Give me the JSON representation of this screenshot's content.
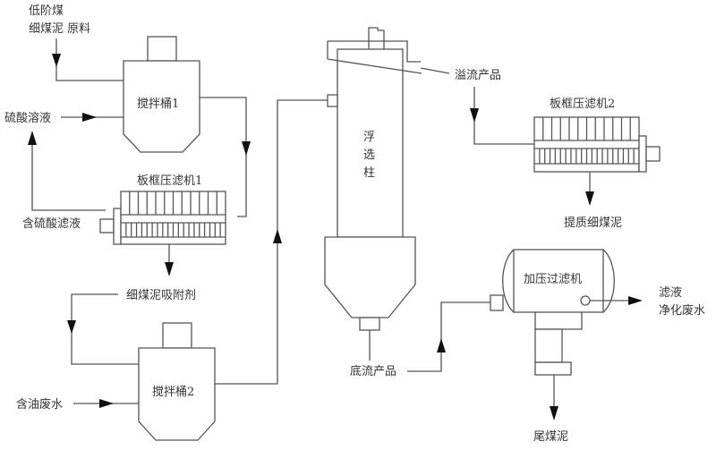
{
  "diagram": {
    "title": "低阶煤细煤泥处理含油废水工艺流程图",
    "inputs": {
      "raw_material_line1": "低阶煤",
      "raw_material_line2": "细煤泥 原料",
      "sulfuric_acid": "硫酸溶液",
      "oily_wastewater": "含油废水"
    },
    "equipment": {
      "mixer1": "搅拌桶1",
      "filter_press1": "板框压滤机1",
      "mixer2": "搅拌桶2",
      "flotation_column_1": "浮",
      "flotation_column_2": "选",
      "flotation_column_3": "柱",
      "filter_press2": "板框压滤机2",
      "pressure_filter": "加压过滤机"
    },
    "streams": {
      "acid_filtrate": "含硫酸滤液",
      "adsorbent": "细煤泥吸附剂",
      "overflow": "溢流产品",
      "underflow": "底流产品",
      "upgraded_slime": "提质细煤泥",
      "filtrate": "滤液",
      "purified_water": "净化废水",
      "tailing_slime": "尾煤泥"
    }
  }
}
